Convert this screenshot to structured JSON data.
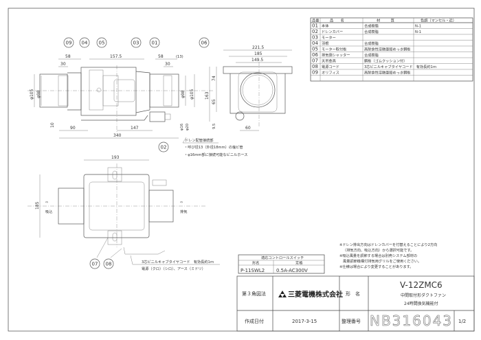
{
  "parts_table": {
    "headers": [
      "品番",
      "品　　名",
      "材　　　質",
      "色調（マンセル・近）"
    ],
    "rows": [
      [
        "01",
        "本体",
        "合成樹脂",
        "N-1"
      ],
      [
        "02",
        "ドレンカバー",
        "合成樹脂",
        "N-1"
      ],
      [
        "03",
        "モーター",
        "",
        ""
      ],
      [
        "04",
        "羽根",
        "合成樹脂",
        ""
      ],
      [
        "05",
        "モーター取付板",
        "高耐食性溶融亜鉛めっき鋼板",
        ""
      ],
      [
        "06",
        "排気側シャッター",
        "合成樹脂",
        ""
      ],
      [
        "07",
        "天吊金具",
        "鋼板（ゴムクッション付）",
        ""
      ],
      [
        "08",
        "電源コード",
        "3芯ビニルキャブタイヤコード　有効長約1ｍ",
        ""
      ],
      [
        "09",
        "オリフィス",
        "高耐食性溶融亜鉛めっき鋼板",
        ""
      ]
    ]
  },
  "side_view": {
    "balloons": [
      "09",
      "04",
      "05",
      "03",
      "01",
      "06",
      "02"
    ],
    "dims": {
      "d58_left": "58",
      "d30_left": "30",
      "d157": "157.5",
      "d58_right": "58",
      "d30_right": "30",
      "d13": "(13)",
      "phi105_left": "φ105",
      "phi98_left": "φ98",
      "phi98_right": "φ98",
      "phi105_right": "φ105",
      "d10": "10",
      "d90": "90",
      "d147": "147",
      "d340": "340",
      "phi16": "φ16",
      "phi20": "φ20"
    },
    "drain_label": "ドレン配管接続部",
    "drain_notes": [
      "・呼び径13（外径18mm）の塩ビ管",
      "・φ16mm部に接続可能なビニルホース"
    ]
  },
  "end_view": {
    "dims": {
      "d221": "221.5",
      "d185": "185",
      "d149": "149.5",
      "d163": "163",
      "d74": "74",
      "d65": "65",
      "d9": "9.5",
      "d60": "60"
    }
  },
  "top_view": {
    "dims": {
      "d193": "193",
      "d185": "185"
    },
    "intake_label": "吸込",
    "exhaust_label": "排気",
    "balloons": [
      "07",
      "08"
    ],
    "cord_label": "3芯ビニルキャブタイヤコード　有効長約1ｍ",
    "cord_sub": "電源（クロ）（シロ）、アース（ミドリ）"
  },
  "switch_table": {
    "title": "適応コントロールスイッチ",
    "headers": [
      "形名",
      "定格"
    ],
    "row": [
      "P-11SWL2",
      "0.5A-AC300V"
    ]
  },
  "notes": [
    "※ドレン排出方向はドレンカバーを付替えることにより2方向",
    "（排気方向、吸込方向）から選択可能です。",
    "※吸込風量を調節する場合は別売システム部材の",
    "風量調節機構付排気用グリルをご使用ください。",
    "※仕様は場合により変更することがあります。"
  ],
  "title_block": {
    "projection": "第３角図法",
    "company": "三菱電機株式会社",
    "model_label": "形　名",
    "model": "V-12ZMC6",
    "desc1": "中間取付形ダクトファン",
    "desc2": "24時間換気機能付",
    "date_label": "作成日付",
    "date": "2017-3-15",
    "number_label": "整理番号",
    "number": "NB316043",
    "page": "1/2"
  }
}
